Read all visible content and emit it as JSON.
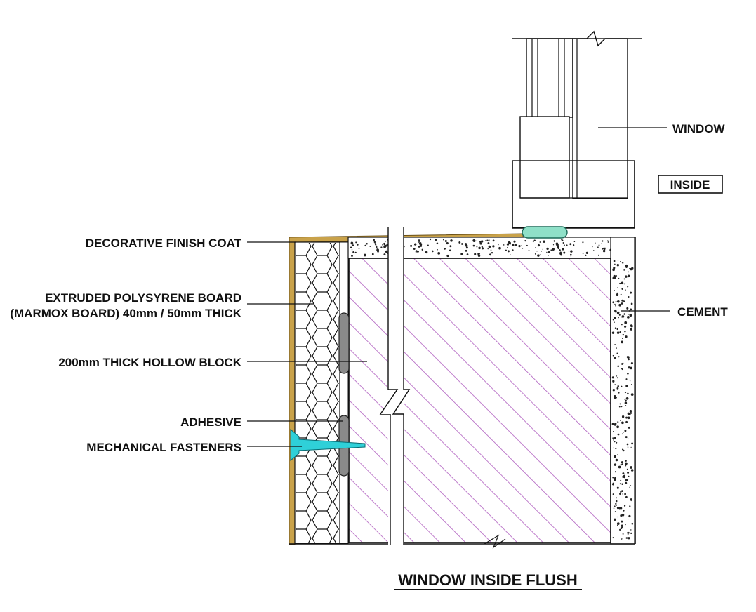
{
  "title": "WINDOW INSIDE FLUSH",
  "labels": {
    "decorative_finish_coat": "DECORATIVE FINISH COAT",
    "xps_board_line1": "EXTRUDED POLYSYRENE BOARD",
    "xps_board_line2": "(MARMOX BOARD) 40mm / 50mm THICK",
    "hollow_block": "200mm THICK HOLLOW BLOCK",
    "adhesive": "ADHESIVE",
    "mechanical_fasteners": "MECHANICAL FASTENERS",
    "window": "WINDOW",
    "inside": "INSIDE",
    "cement": "CEMENT"
  },
  "colors": {
    "finish_coat": "#c9a24a",
    "block_hatch": "#b05fc0",
    "sealant": "#8fe0c8",
    "fastener": "#2fd0d8",
    "adhesive": "#8a8a8a",
    "line": "#111111"
  }
}
